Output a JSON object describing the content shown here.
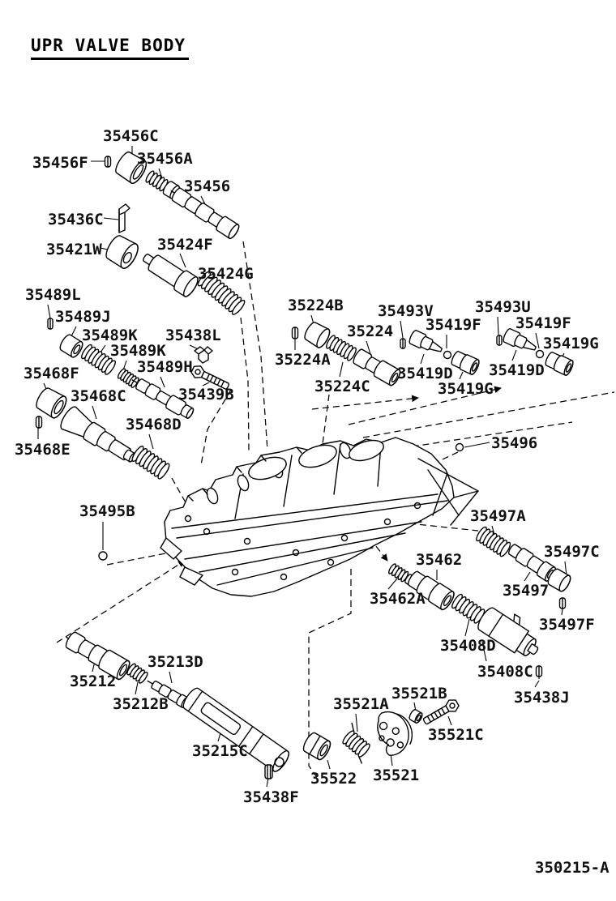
{
  "title": "UPR VALVE BODY",
  "doc_number": "350215-A",
  "labels": {
    "35456C": "35456C",
    "35456F": "35456F",
    "35456A": "35456A",
    "35456": "35456",
    "35436C": "35436C",
    "35421W": "35421W",
    "35424F": "35424F",
    "35424G": "35424G",
    "35489L": "35489L",
    "35489J": "35489J",
    "35489K_1": "35489K",
    "35489K_2": "35489K",
    "35438L": "35438L",
    "35489H": "35489H",
    "35468F": "35468F",
    "35468C": "35468C",
    "35439B": "35439B",
    "35468D": "35468D",
    "35468E": "35468E",
    "35224B": "35224B",
    "35493V": "35493V",
    "35493U": "35493U",
    "35419F_1": "35419F",
    "35419F_2": "35419F",
    "35224": "35224",
    "35419G_1": "35419G",
    "35224A": "35224A",
    "35419D_1": "35419D",
    "35419D_2": "35419D",
    "35224C": "35224C",
    "35419G_2": "35419G",
    "35496": "35496",
    "35495B": "35495B",
    "35497A": "35497A",
    "35497C": "35497C",
    "35462": "35462",
    "35497": "35497",
    "35462A": "35462A",
    "35497F": "35497F",
    "35408D": "35408D",
    "35408C": "35408C",
    "35438J": "35438J",
    "35212": "35212",
    "35213D": "35213D",
    "35212B": "35212B",
    "35215C": "35215C",
    "35438F": "35438F",
    "35521A": "35521A",
    "35521B": "35521B",
    "35521C": "35521C",
    "35522": "35522",
    "35521": "35521"
  }
}
